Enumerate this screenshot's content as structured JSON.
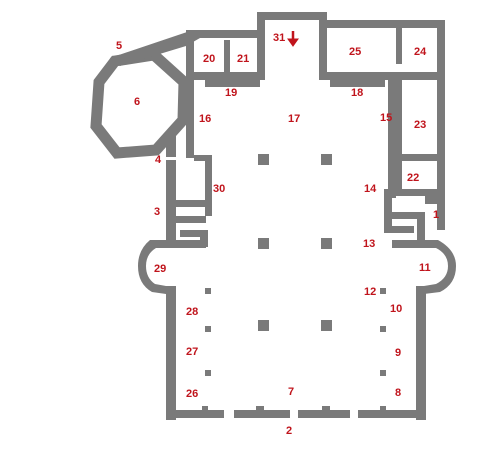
{
  "diagram": {
    "labels": {
      "l1": "1",
      "l2": "2",
      "l3": "3",
      "l4": "4",
      "l5": "5",
      "l6": "6",
      "l7": "7",
      "l8": "8",
      "l9": "9",
      "l10": "10",
      "l11": "11",
      "l12": "12",
      "l13": "13",
      "l14": "14",
      "l15": "15",
      "l16": "16",
      "l17": "17",
      "l18": "18",
      "l19": "19",
      "l20": "20",
      "l21": "21",
      "l22": "22",
      "l23": "23",
      "l24": "24",
      "l25": "25",
      "l26": "26",
      "l27": "27",
      "l28": "28",
      "l29": "29",
      "l30": "30",
      "l31": "31"
    },
    "colors": {
      "wall": "#7a7a7a",
      "label": "#c0141c",
      "background": "#ffffff"
    },
    "icons": {
      "entrance_marker": "arrow-down-icon"
    }
  }
}
